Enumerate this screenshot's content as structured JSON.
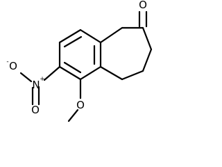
{
  "molecule": {
    "atoms": {
      "carbonyl_o": "O",
      "nitro_n": "N",
      "nitro_o_upper": "O",
      "nitro_o_lower": "O",
      "methoxy_o": "O"
    },
    "charges": {
      "nitro_n": "+",
      "nitro_o_upper": "-"
    }
  }
}
